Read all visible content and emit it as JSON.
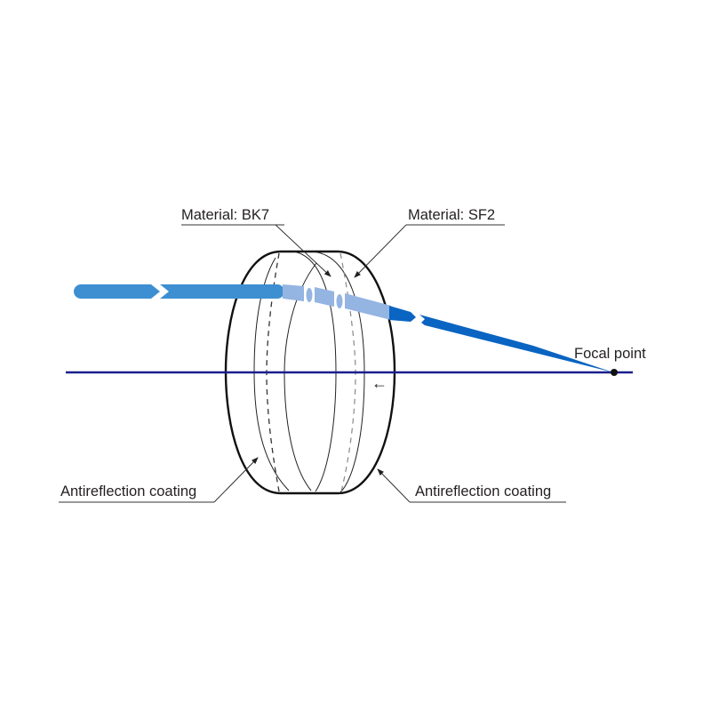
{
  "diagram": {
    "subject": "Achromatic doublet lens",
    "labels": {
      "material_bk7": "Material: BK7",
      "material_sf2": "Material: SF2",
      "focal_point": "Focal point",
      "ar_coating_left": "Antireflection coating",
      "ar_coating_right": "Antireflection coating"
    },
    "arrow_glyph": "←",
    "colors": {
      "optical_axis": "#1a1f8c",
      "incoming_ray": "#3d8fd1",
      "inside_lens_ray": "#94b4e2",
      "outgoing_ray": "#0a64c2",
      "lens_outline": "#111111",
      "text": "#231f20"
    }
  }
}
